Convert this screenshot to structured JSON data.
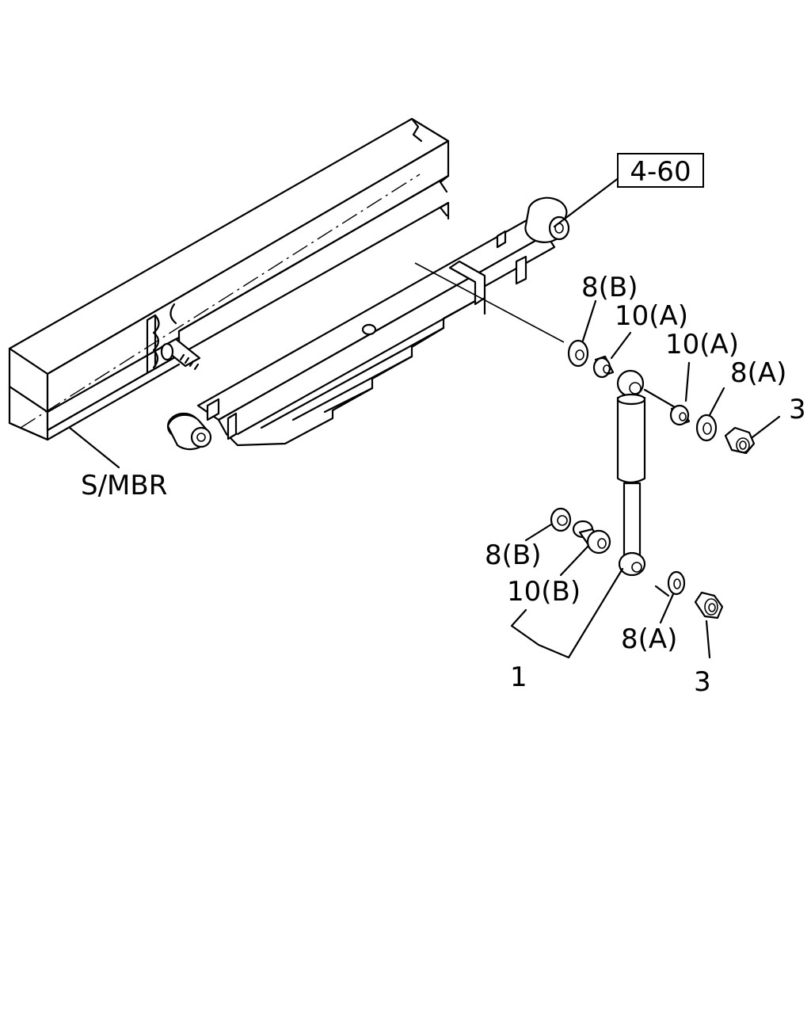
{
  "diagram": {
    "ref_box": "4-60",
    "frame_label": "S/MBR",
    "callouts": {
      "washer_8b_upper": "8(B)",
      "bushing_10a_upper": "10(A)",
      "bushing_10a_right": "10(A)",
      "washer_8a_upper": "8(A)",
      "nut_3_upper": "3",
      "washer_8b_lower": "8(B)",
      "bushing_10b_lower": "10(B)",
      "washer_8a_lower": "8(A)",
      "nut_3_lower": "3",
      "shock_absorber_1": "1"
    }
  }
}
